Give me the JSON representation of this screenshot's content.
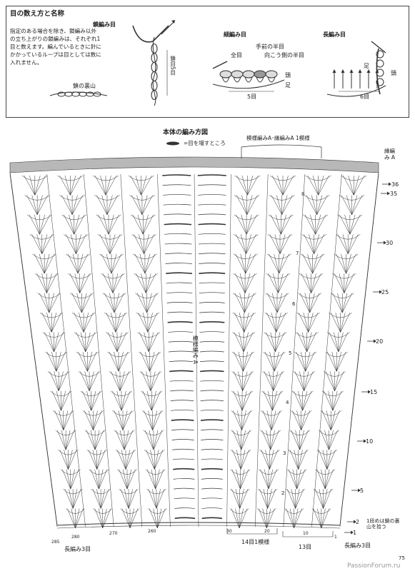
{
  "legend": {
    "title": "目の数え方と名称",
    "note": "指定のある場合を除き、鎖編み以外の立ち上がりの鎖編みは、それぞれ1目と数えます。編んでいるときに針にかかっているループは目としては数に入れません。",
    "chain": {
      "title": "鎖編み目",
      "count": "鎖目5目",
      "back_loop": "鎖の裏山"
    },
    "single": {
      "title": "細編み目",
      "front_half": "手前の半目",
      "full": "全目",
      "back_half": "向こう側の半目",
      "head": "頭",
      "foot": "足",
      "count": "5目"
    },
    "double": {
      "title": "長編み目",
      "head": "頭",
      "foot": "足",
      "count": "6目"
    }
  },
  "diagram": {
    "title": "本体の編み方図",
    "increase_note": "=目を増すところ",
    "repeat_top": "模様編みA･縁編みA 1模様",
    "edging_label": "縁編み A",
    "pattern_center": "模様編み A",
    "row_numbers": [
      "36",
      "35",
      "30",
      "25",
      "20",
      "15",
      "10",
      "5",
      "2",
      "1"
    ],
    "inner_numbers": [
      "8",
      "7",
      "6",
      "5",
      "4",
      "3",
      "2"
    ],
    "pickup_note": "1段めは鎖の裏山を拾う",
    "bottom_counts": [
      "285",
      "280",
      "270",
      "260",
      "30",
      "20",
      "10",
      "1"
    ],
    "bottom_left": "長編み3目",
    "bottom_repeat": "14目1模様",
    "bottom_13": "13目",
    "bottom_right": "長編み3目"
  },
  "footer": {
    "page_number": "75",
    "watermark": "PassionForum.ru"
  },
  "colors": {
    "line": "#333333",
    "edging_band": "#b8b8b8",
    "frame": "#444444"
  }
}
